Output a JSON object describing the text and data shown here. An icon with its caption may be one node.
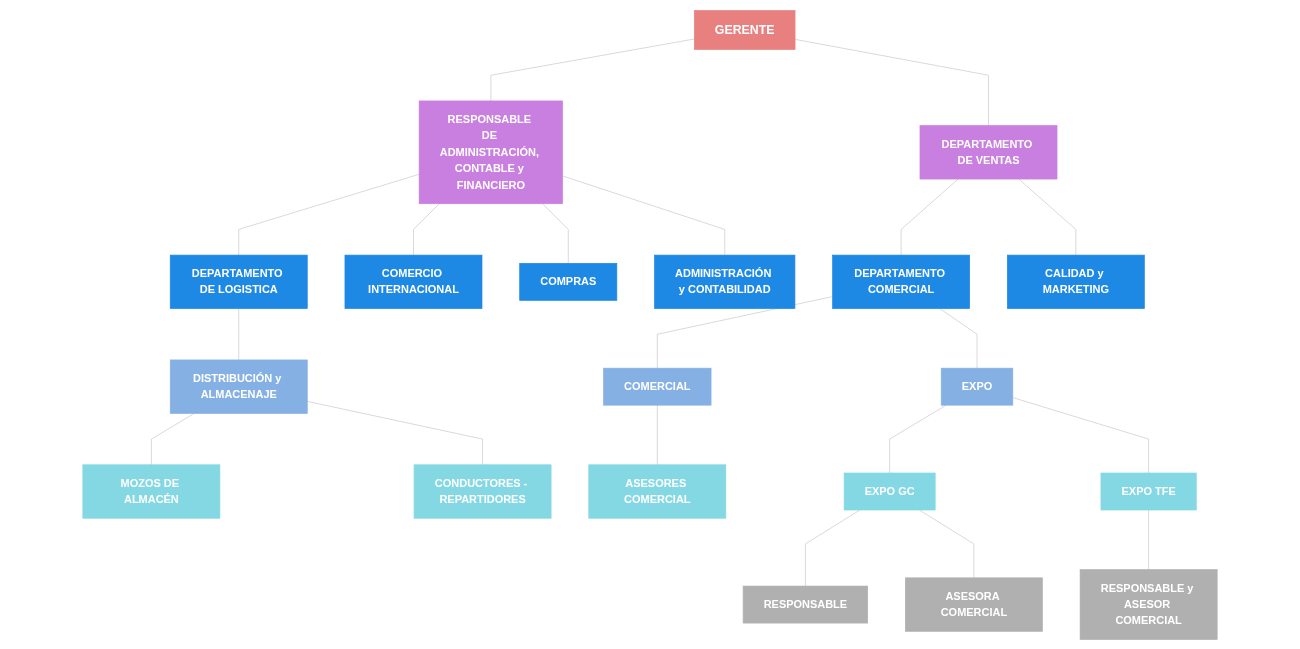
{
  "diagram": {
    "nodes": [
      {
        "text": [
          "GERENTE"
        ]
      },
      {
        "text": [
          "RESPONSABLE DE ADMINISTRACIÓN, CONTABLE y FINANCIERO"
        ]
      },
      {
        "text": [
          "DEPARTAMENTO DE VENTAS"
        ]
      },
      {
        "text": [
          "DEPARTAMENTO DE LOGISTICA"
        ]
      },
      {
        "text": [
          "COMERCIO INTERNACIONAL"
        ]
      },
      {
        "text": [
          "COMPRAS"
        ]
      },
      {
        "text": [
          "ADMINISTRACIÓN y CONTABILIDAD"
        ]
      },
      {
        "text": [
          "DEPARTAMENTO COMERCIAL"
        ]
      },
      {
        "text": [
          "CALIDAD y MARKETING"
        ]
      },
      {
        "text": [
          "DISTRIBUCIÓN y ALMACENAJE"
        ]
      },
      {
        "text": [
          "MOZOS DE ALMACÉN"
        ]
      },
      {
        "text": [
          "CONDUCTORES - REPARTIDORES"
        ]
      },
      {
        "text": [
          "COMERCIAL"
        ]
      },
      {
        "text": [
          "EXPO"
        ]
      },
      {
        "text": [
          "ASESORES COMERCIAL"
        ]
      },
      {
        "text": [
          "EXPO GC"
        ]
      },
      {
        "text": [
          "EXPO TFE"
        ]
      },
      {
        "text": [
          "RESPONSABLE"
        ]
      },
      {
        "text": [
          "ASESORA COMERCIAL"
        ]
      },
      {
        "text": [
          "RESPONSABLE y ASESOR COMERCIAL"
        ]
      }
    ],
    "edges": [
      {
        "from": 0,
        "to": 1,
        "arrow": "none"
      },
      {
        "from": 0,
        "to": 2,
        "arrow": "none"
      },
      {
        "from": 1,
        "to": 3,
        "arrow": "none"
      },
      {
        "from": 1,
        "to": 4,
        "arrow": "none"
      },
      {
        "from": 1,
        "to": 5,
        "arrow": "none"
      },
      {
        "from": 1,
        "to": 6,
        "arrow": "none"
      },
      {
        "from": 2,
        "to": 7,
        "arrow": "none"
      },
      {
        "from": 2,
        "to": 8,
        "arrow": "none"
      },
      {
        "from": 3,
        "to": 9,
        "arrow": "none"
      },
      {
        "from": 9,
        "to": 10,
        "arrow": "none"
      },
      {
        "from": 9,
        "to": 11,
        "arrow": "none"
      },
      {
        "from": 7,
        "to": 12,
        "arrow": "none"
      },
      {
        "from": 7,
        "to": 13,
        "arrow": "none"
      },
      {
        "from": 12,
        "to": 14,
        "arrow": "none"
      },
      {
        "from": 13,
        "to": 15,
        "arrow": "none"
      },
      {
        "from": 13,
        "to": 16,
        "arrow": "none"
      },
      {
        "from": 15,
        "to": 17,
        "arrow": "none"
      },
      {
        "from": 15,
        "to": 18,
        "arrow": "none"
      },
      {
        "from": 16,
        "to": 19,
        "arrow": "none"
      }
    ]
  }
}
